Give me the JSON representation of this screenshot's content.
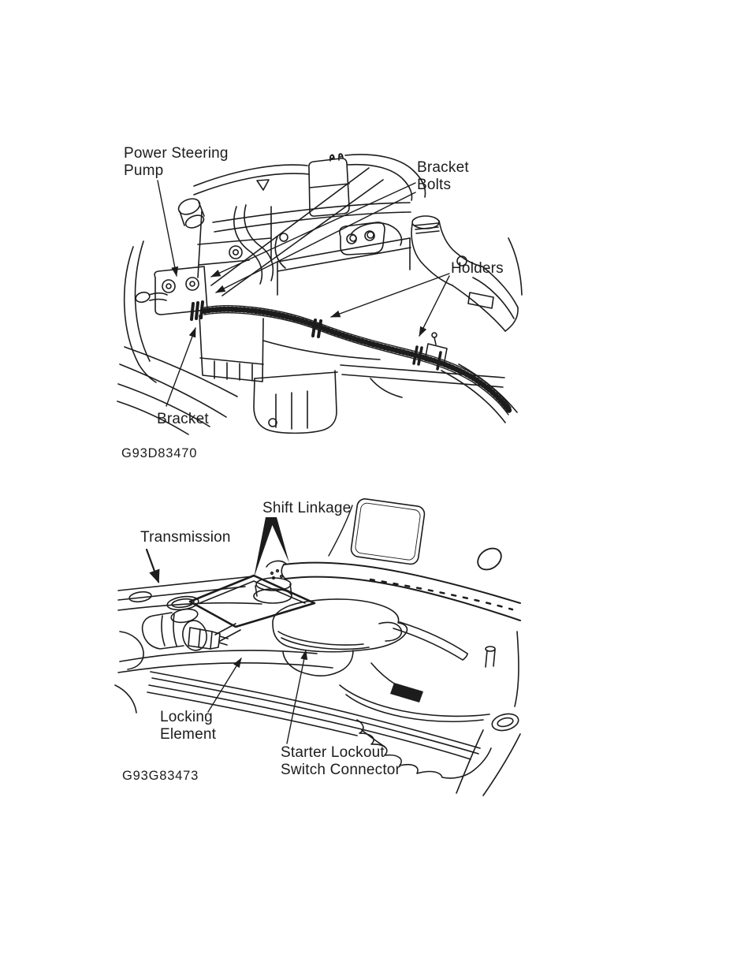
{
  "page": {
    "background": "#ffffff",
    "ink_color": "#1c1c1c"
  },
  "figure_top": {
    "labels": {
      "power_steering_pump": "Power Steering\nPump",
      "bracket_bolts": "Bracket\nBolts",
      "holders": "Holders",
      "bracket": "Bracket"
    },
    "figure_code": "G93D83470"
  },
  "figure_bottom": {
    "labels": {
      "shift_linkage": "Shift Linkage",
      "transmission": "Transmission",
      "locking_element": "Locking\nElement",
      "starter_lockout_switch_connector": "Starter Lockout\nSwitch Connector"
    },
    "figure_code": "G93G83473"
  }
}
